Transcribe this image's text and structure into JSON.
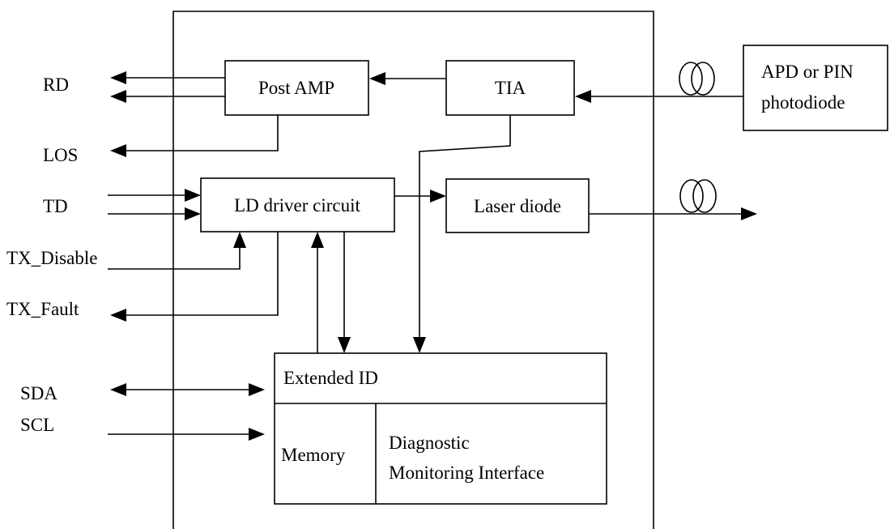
{
  "signals": {
    "rd": "RD",
    "los": "LOS",
    "td": "TD",
    "tx_disable": "TX_Disable",
    "tx_fault": "TX_Fault",
    "sda": "SDA",
    "scl": "SCL"
  },
  "blocks": {
    "post_amp": "Post AMP",
    "tia": "TIA",
    "ld_driver": "LD driver circuit",
    "laser_diode": "Laser diode",
    "photodiode_line1": "APD  or  PIN",
    "photodiode_line2": "photodiode",
    "extended_id": "Extended ID",
    "memory": "Memory",
    "diag_line1": "Diagnostic",
    "diag_line2": "Monitoring Interface"
  },
  "colors": {
    "stroke": "#000000",
    "background": "#ffffff"
  }
}
